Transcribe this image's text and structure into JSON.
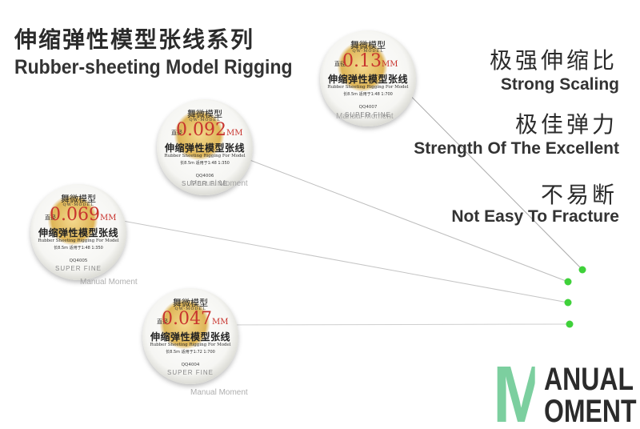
{
  "title": {
    "cn": "伸缩弹性模型张线系列",
    "en": "Rubber-sheeting Model Rigging"
  },
  "features": [
    {
      "cn": "极强伸缩比",
      "en": "Strong Scaling"
    },
    {
      "cn": "极佳弹力",
      "en": "Strength Of The Excellent"
    },
    {
      "cn": "不易断",
      "en": "Not Easy To Fracture"
    }
  ],
  "spools": [
    {
      "brand": "舞微模型",
      "sub": "QW·MODEL",
      "diameter_label": "直径",
      "size": "0.13",
      "unit": "MM",
      "cn": "伸缩弹性模型张线",
      "en": "Rubber Sheeting Rigging For Model",
      "spec": "长8.5m 适用于1:48 1:700",
      "code": "QQ4007",
      "fine": "SUPER FINE"
    },
    {
      "brand": "舞微模型",
      "sub": "QW·MODEL",
      "diameter_label": "直径",
      "size": "0.092",
      "unit": "MM",
      "cn": "伸缩弹性模型张线",
      "en": "Rubber Sheeting Rigging For Model",
      "spec": "长8.5m 适用于1:48 1:350",
      "code": "QQ4006",
      "fine": "SUPER FINE"
    },
    {
      "brand": "舞微模型",
      "sub": "QW·MODEL",
      "diameter_label": "直径",
      "size": "0.069",
      "unit": "MM",
      "cn": "伸缩弹性模型张线",
      "en": "Rubber Sheeting Rigging For Model",
      "spec": "长8.5m 适用于1:48 1:350",
      "code": "QQ4005",
      "fine": "SUPER FINE"
    },
    {
      "brand": "舞微模型",
      "sub": "QW·MODEL",
      "diameter_label": "直径",
      "size": "0.047",
      "unit": "MM",
      "cn": "伸缩弹性模型张线",
      "en": "Rubber Sheeting Rigging For Model",
      "spec": "长8.5m 适用于1:72 1:700",
      "code": "QQ4004",
      "fine": "SUPER FINE"
    }
  ],
  "watermark": "Manual Moment",
  "logo": {
    "letter": "M",
    "line1": "ANUAL",
    "line2": "OMENT"
  },
  "colors": {
    "accent_green": "#7ccf9f",
    "dot_green": "#3fd13a",
    "size_red": "#c8342e",
    "text_dark": "#2b2b2b"
  }
}
